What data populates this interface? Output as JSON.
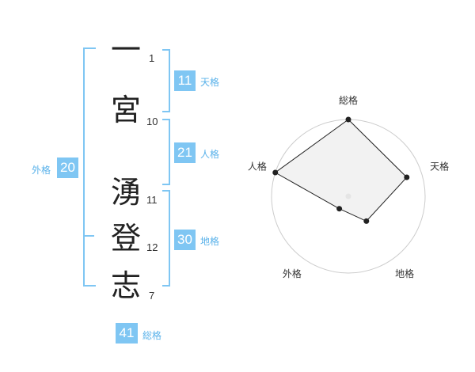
{
  "name": {
    "chars": [
      {
        "char": "一",
        "strokes": "1"
      },
      {
        "char": "宮",
        "strokes": "10"
      },
      {
        "char": "湧",
        "strokes": "11"
      },
      {
        "char": "登",
        "strokes": "12"
      },
      {
        "char": "志",
        "strokes": "7"
      }
    ]
  },
  "kaku": {
    "tenkaku": {
      "value": "11",
      "label": "天格"
    },
    "jinkaku": {
      "value": "21",
      "label": "人格"
    },
    "chikaku": {
      "value": "30",
      "label": "地格"
    },
    "gaikaku": {
      "value": "20",
      "label": "外格"
    },
    "soukaku": {
      "value": "41",
      "label": "総格"
    }
  },
  "chart_data": {
    "type": "radar",
    "axes": [
      "総格",
      "天格",
      "地格",
      "外格",
      "人格"
    ],
    "values": [
      5,
      4,
      2,
      1,
      5
    ],
    "max": 5,
    "colors": {
      "fill": "#eeeeee",
      "line": "#222222",
      "grid": "#cccccc",
      "accent": "#7fc6f3"
    }
  }
}
